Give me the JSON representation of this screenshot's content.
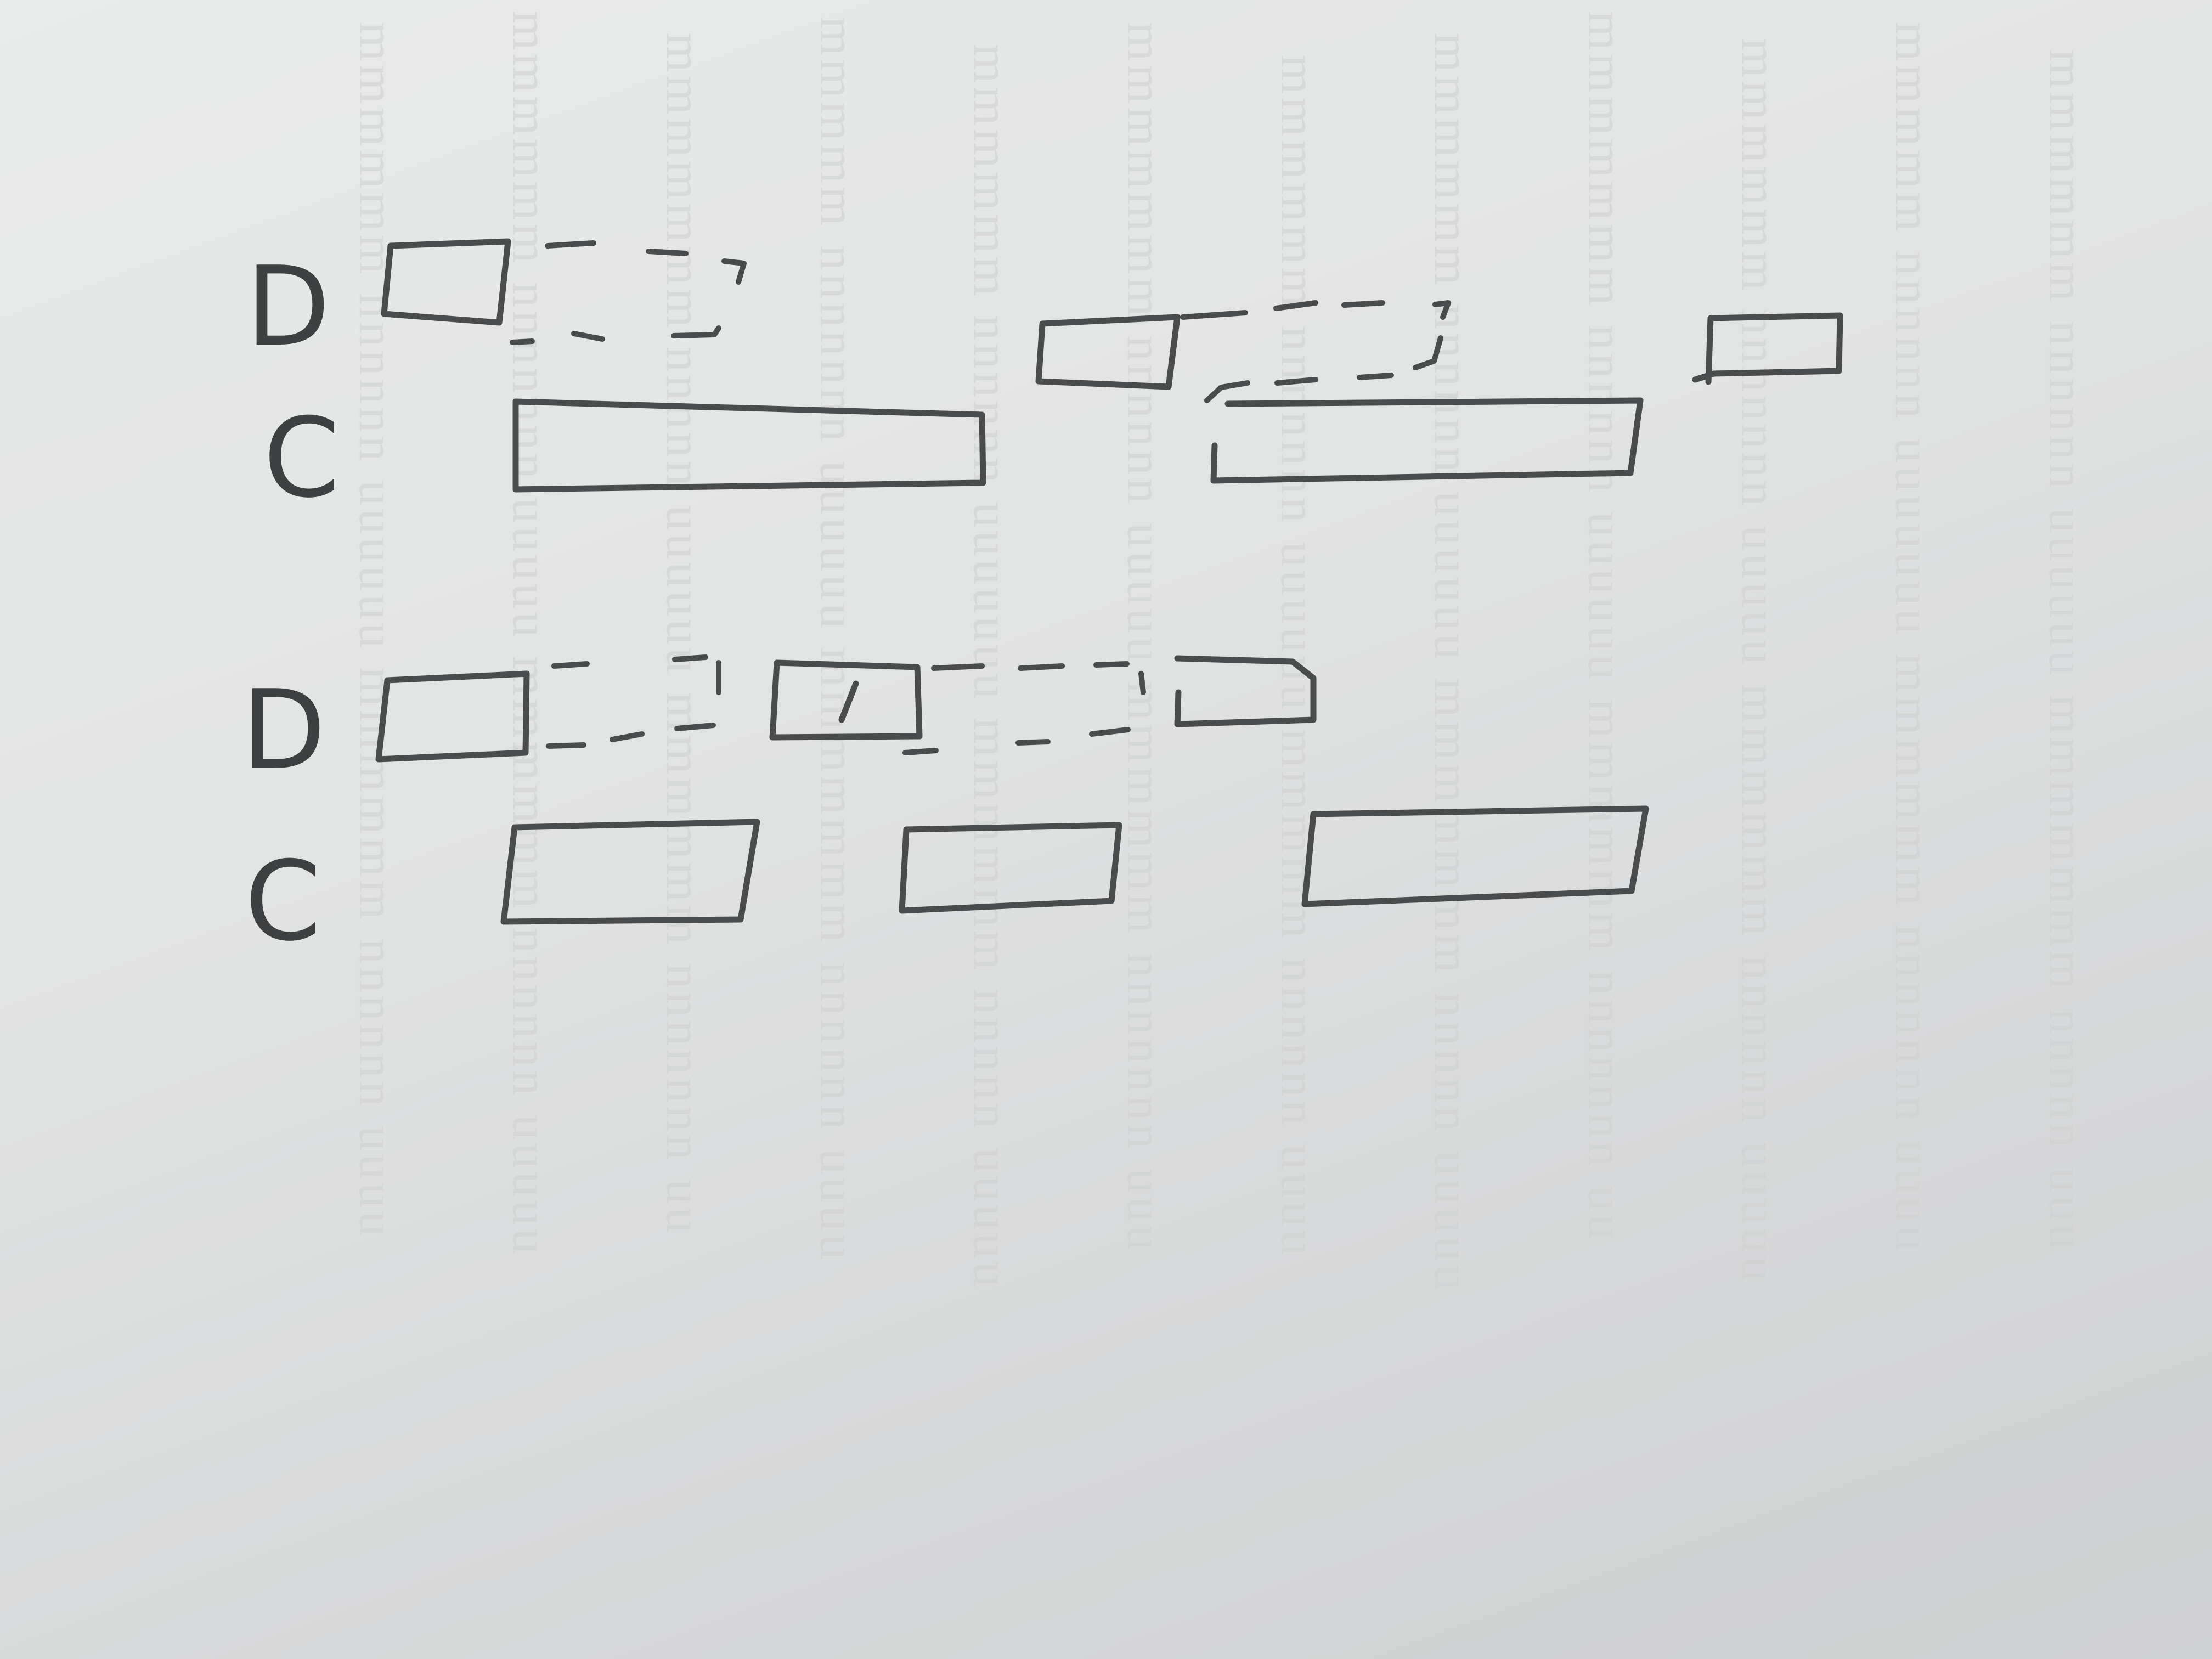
{
  "diagram": {
    "row_labels": {
      "top_d": "D",
      "top_c": "C",
      "bottom_d": "D",
      "bottom_c": "C"
    }
  }
}
